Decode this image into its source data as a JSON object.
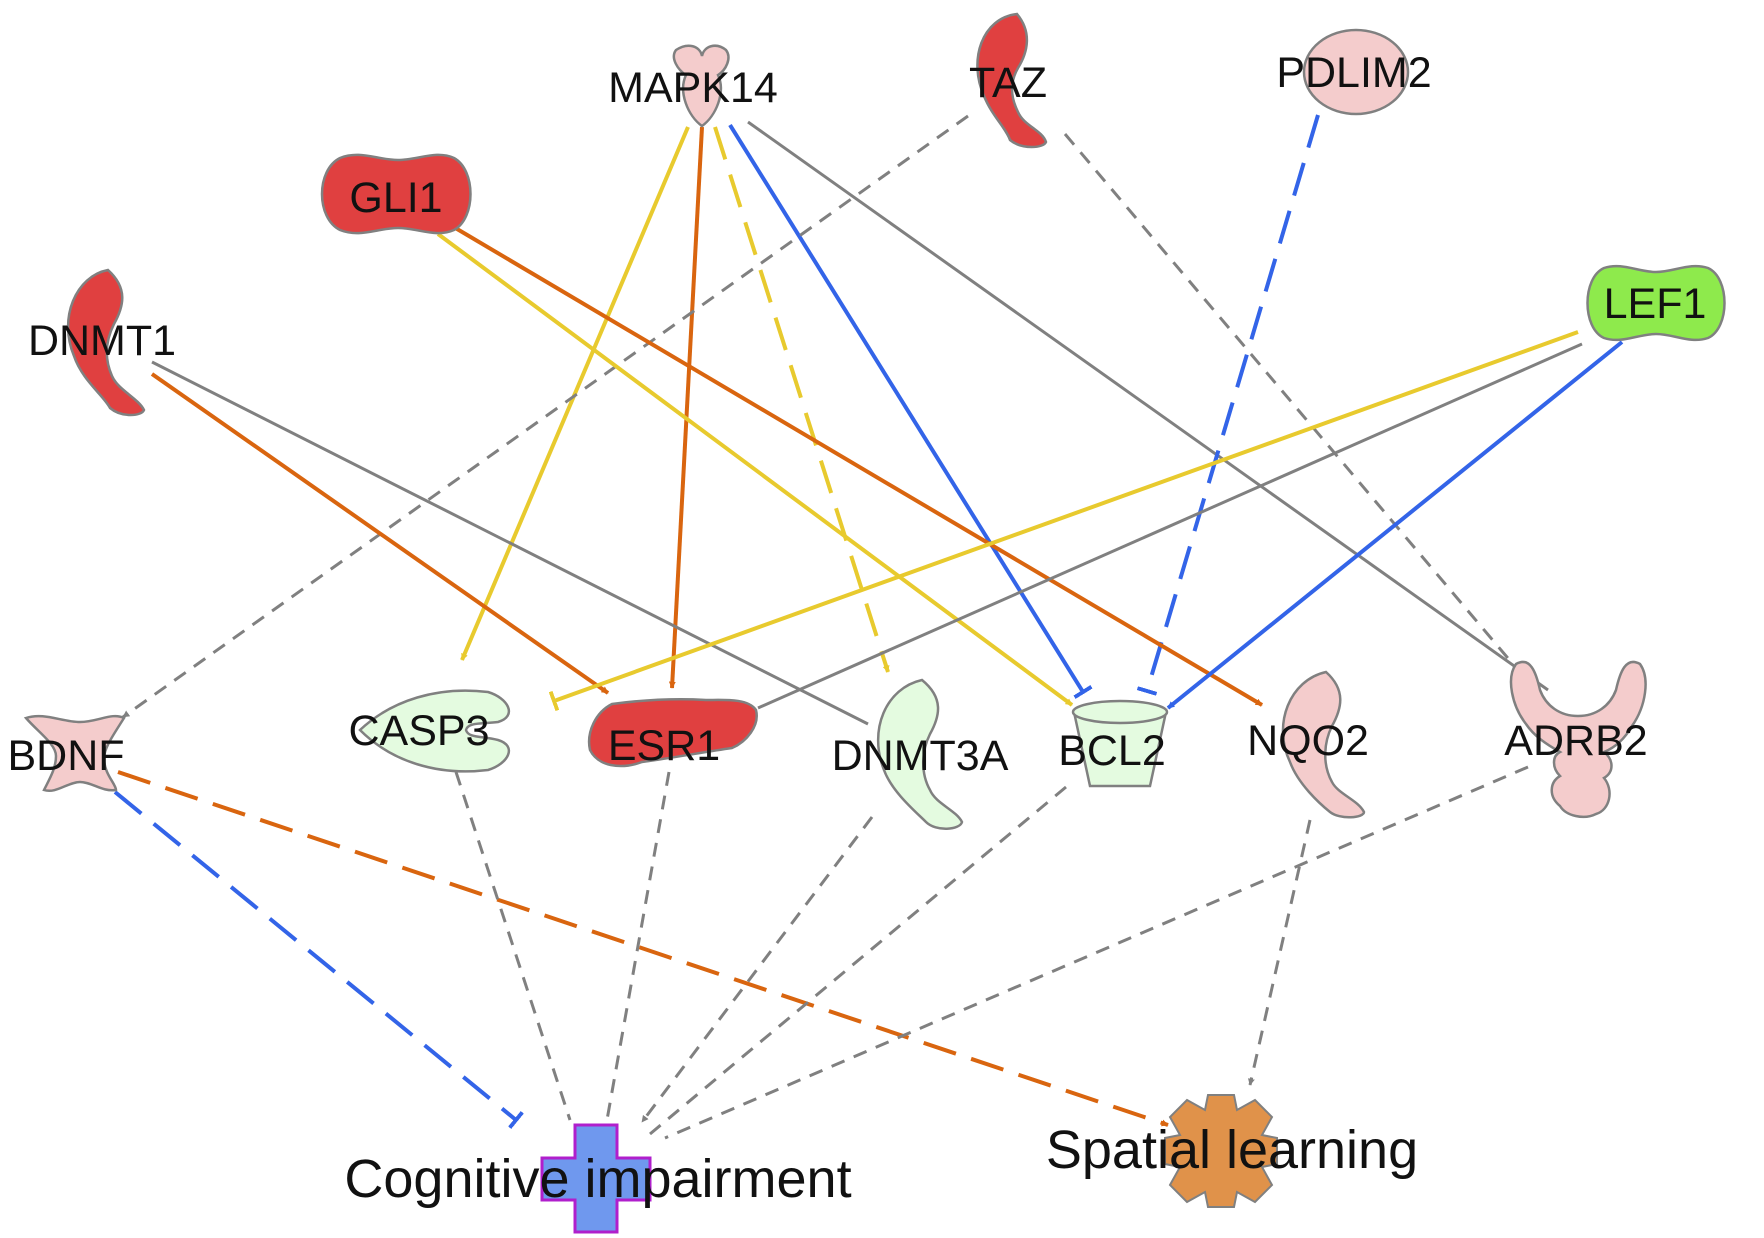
{
  "nodes": {
    "mapk14": "MAPK14",
    "taz": "TAZ",
    "pdlim2": "PDLIM2",
    "gli1": "GLI1",
    "dnmt1": "DNMT1",
    "lef1": "LEF1",
    "bdnf": "BDNF",
    "casp3": "CASP3",
    "esr1": "ESR1",
    "dnmt3a": "DNMT3A",
    "bcl2": "BCL2",
    "nqo2": "NQO2",
    "adrb2": "ADRB2"
  },
  "functions": {
    "cognitive": "Cognitive impairment",
    "spatial": "Spatial learning"
  },
  "colors": {
    "upregulated_strong": "#e04040",
    "upregulated_weak": "#f4cccc",
    "downregulated_strong": "#8eea4c",
    "downregulated_weak": "#e4fbe0",
    "edge_activation": "#d9650f",
    "edge_inhibition": "#3364e8",
    "edge_inconsistent": "#e8ca2e",
    "edge_unpredicted": "#808080",
    "function_blue": "#6f98ee",
    "function_orange": "#e0924a"
  }
}
